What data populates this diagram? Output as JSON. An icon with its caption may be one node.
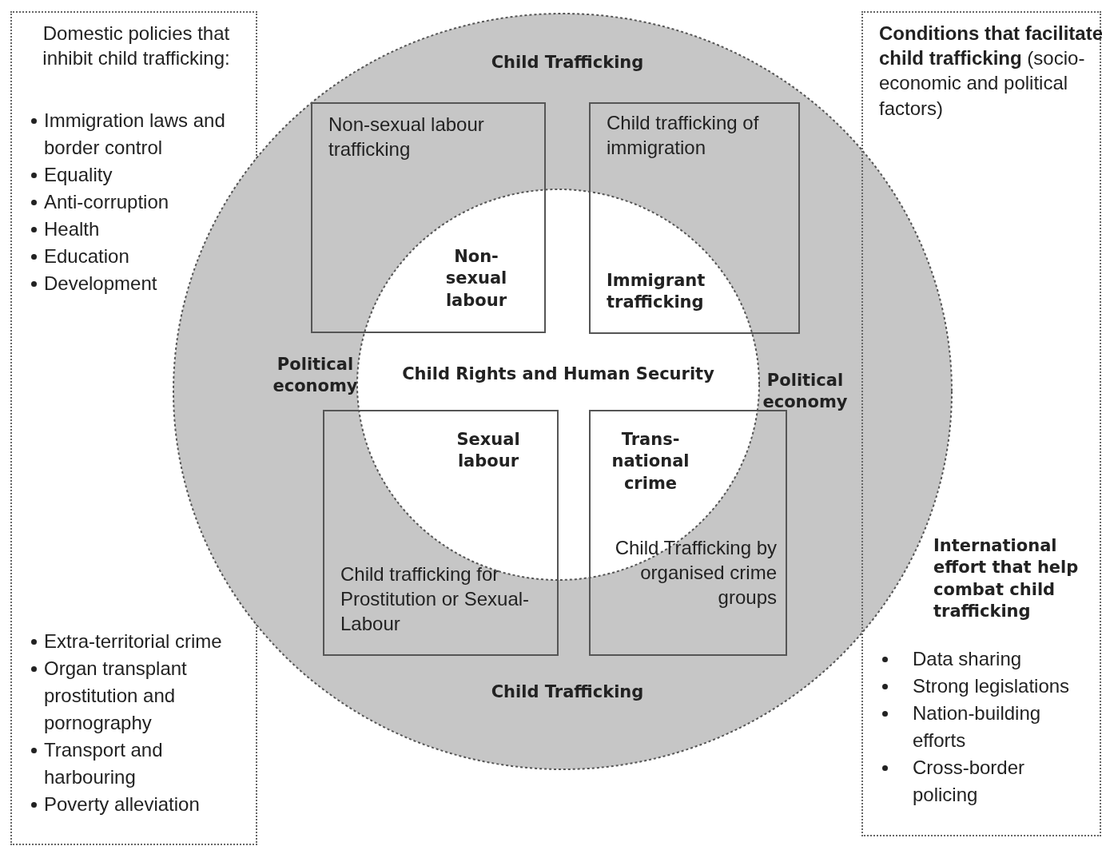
{
  "diagram": {
    "nodes": [
      {
        "text": [
          "Domestic policies that inhibit child trafficking:",
          "Immigration laws and border control",
          "Equality",
          "Anti-corruption",
          "Health",
          "Education",
          "Development",
          "Extra-territorial crime",
          "Organ transplant prostitution and pornography",
          "Transport and harbouring",
          "Poverty alleviation"
        ]
      },
      {
        "text": [
          "Child Trafficking",
          "Political economy",
          "Political economy",
          "Child Trafficking"
        ]
      },
      {
        "text": [
          "Child Rights and Human Security"
        ],
        "in": 1
      },
      {
        "text": [
          "Non-sexual labour trafficking",
          "Non-sexual labour"
        ],
        "in": 1
      },
      {
        "text": [
          "Child trafficking of immigration",
          "Immigrant trafficking"
        ],
        "in": 1
      },
      {
        "text": [
          "Sexual labour",
          "Child trafficking for Prostitution or Sexual-Labour"
        ],
        "in": 1
      },
      {
        "text": [
          "Trans-national crime",
          "Child Trafficking by organised crime groups"
        ],
        "in": 1
      },
      {
        "text": [
          "**Conditions that facilitate child trafficking** (socio-economic and political factors)",
          "International effort that help combat child trafficking",
          "Data sharing",
          "Strong legislations",
          "Nation-building efforts",
          "Cross-border policing"
        ]
      }
    ]
  }
}
